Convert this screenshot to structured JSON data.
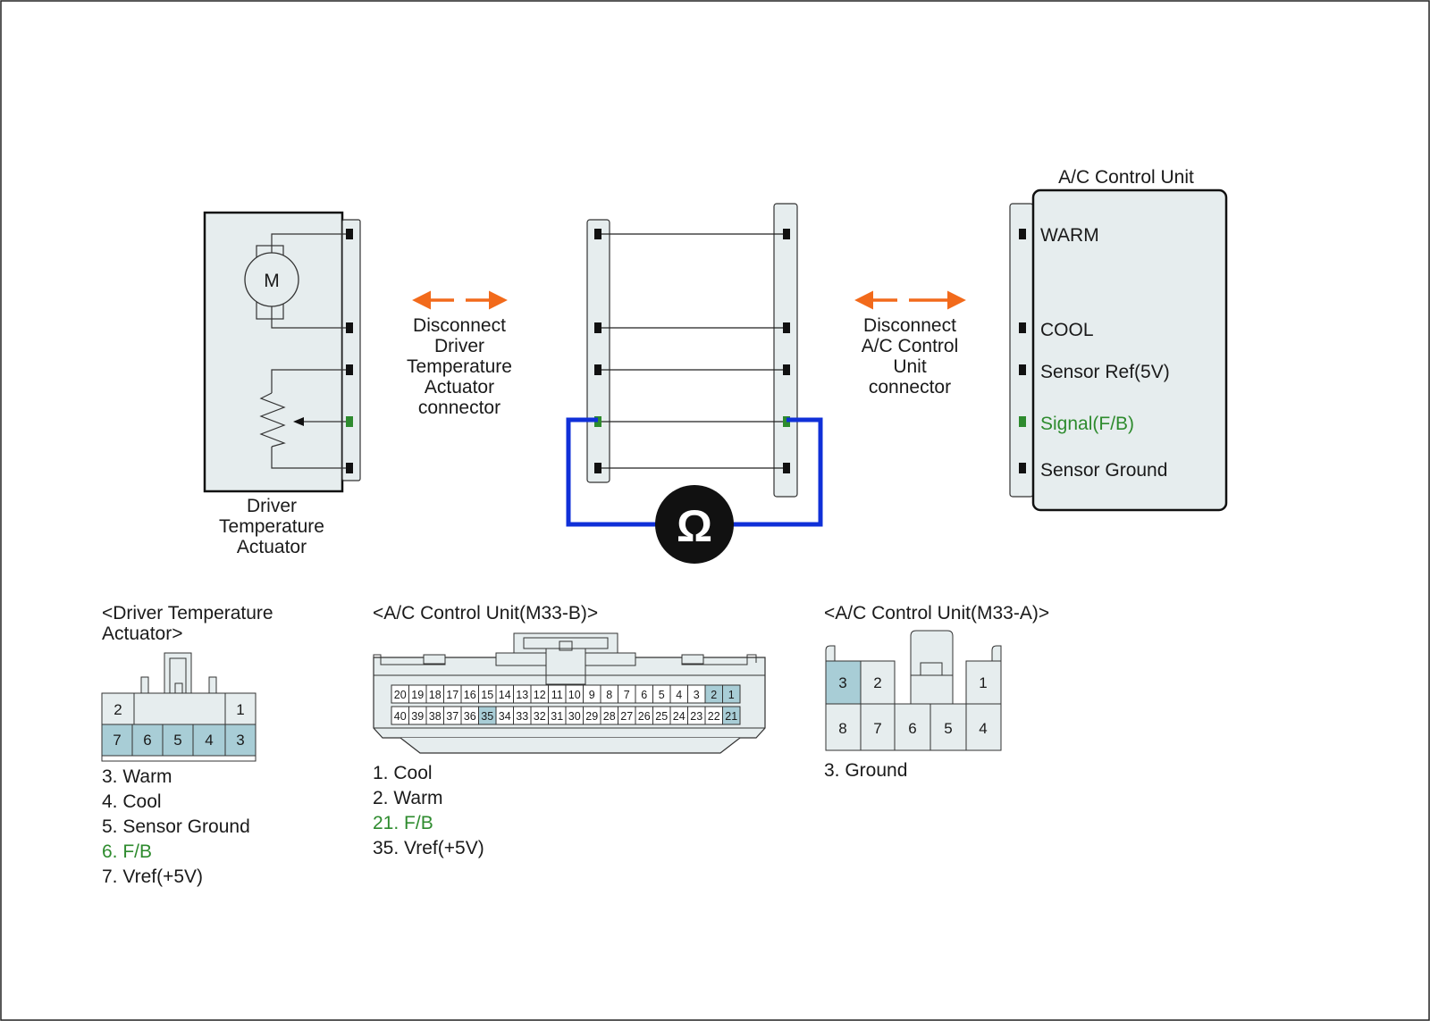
{
  "diagram": {
    "actuator_label": [
      "Driver",
      "Temperature",
      "Actuator"
    ],
    "motor_symbol": "M",
    "disconnect_left": [
      "Disconnect",
      "Driver",
      "Temperature",
      "Actuator",
      "connector"
    ],
    "disconnect_right": [
      "Disconnect",
      "A/C Control",
      "Unit",
      "connector"
    ],
    "ecu_title": "A/C Control Unit",
    "ecu_pins": [
      "WARM",
      "COOL",
      "Sensor Ref(5V)",
      "Signal(F/B)",
      "Sensor Ground"
    ],
    "meter_symbol": "Ω"
  },
  "connector_actuator": {
    "title": [
      "<Driver Temperature",
      "Actuator>"
    ],
    "top_row": [
      "2",
      "1"
    ],
    "bottom_row": [
      "7",
      "6",
      "5",
      "4",
      "3"
    ],
    "legend": [
      "3. Warm",
      "4. Cool",
      "5. Sensor Ground",
      "6. F/B",
      "7. Vref(+5V)"
    ]
  },
  "connector_m33b": {
    "title": "<A/C Control Unit(M33-B)>",
    "top_row": [
      "20",
      "19",
      "18",
      "17",
      "16",
      "15",
      "14",
      "13",
      "12",
      "11",
      "10",
      "9",
      "8",
      "7",
      "6",
      "5",
      "4",
      "3",
      "2",
      "1"
    ],
    "bottom_row": [
      "40",
      "39",
      "38",
      "37",
      "36",
      "35",
      "34",
      "33",
      "32",
      "31",
      "30",
      "29",
      "28",
      "27",
      "26",
      "25",
      "24",
      "23",
      "22",
      "21"
    ],
    "legend": [
      "1. Cool",
      "2. Warm",
      "21. F/B",
      "35. Vref(+5V)"
    ]
  },
  "connector_m33a": {
    "title": "<A/C Control Unit(M33-A)>",
    "top_row": [
      "3",
      "2",
      "1"
    ],
    "bottom_row": [
      "8",
      "7",
      "6",
      "5",
      "4"
    ],
    "legend": [
      "3. Ground"
    ]
  },
  "colors": {
    "panel": "#e6edee",
    "highlight": "#a8cdd6",
    "fb_green": "#2e8b2e",
    "probe_blue": "#1030d8",
    "arrow_orange": "#f26a1b"
  }
}
